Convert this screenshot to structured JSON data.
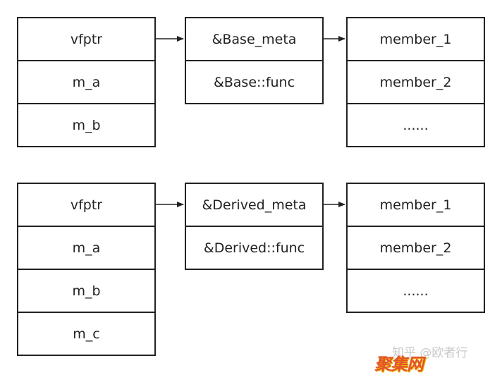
{
  "top_group": {
    "object_cells": [
      "vfptr",
      "m_a",
      "m_b"
    ],
    "vtable_cells": [
      "&Base_meta",
      "&Base::func"
    ],
    "meta_cells": [
      "member_1",
      "member_2",
      "......"
    ]
  },
  "bottom_group": {
    "object_cells": [
      "vfptr",
      "m_a",
      "m_b",
      "m_c"
    ],
    "vtable_cells": [
      "&Derived_meta",
      "&Derived::func"
    ],
    "meta_cells": [
      "member_1",
      "member_2",
      "......"
    ]
  },
  "watermark": "知乎 @欧者行",
  "logo_text": "聚集网",
  "colors": {
    "line": "#222222",
    "logo": "#e2542a"
  }
}
